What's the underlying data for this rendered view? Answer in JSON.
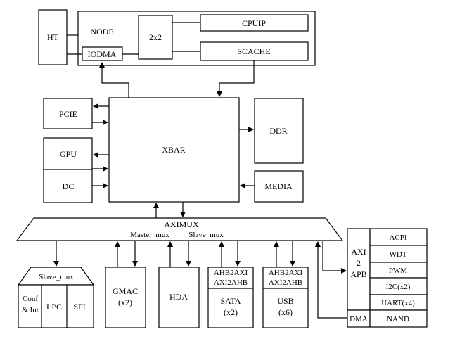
{
  "blocks": {
    "ht": "HT",
    "node": "NODE",
    "iodma": "IODMA",
    "switch_2x2": "2x2",
    "cpuip": "CPUIP",
    "scache": "SCACHE",
    "pcie": "PCIE",
    "gpu": "GPU",
    "dc": "DC",
    "xbar": "XBAR",
    "ddr": "DDR",
    "media": "MEDIA",
    "aximux": "AXIMUX",
    "master_mux": "Master_mux",
    "slave_mux_top": "Slave_mux",
    "slave_mux": "Slave_mux",
    "conf_line1": "Conf",
    "conf_line2": "& Int",
    "lpc": "LPC",
    "spi": "SPI",
    "gmac_line1": "GMAC",
    "gmac_line2": "(x2)",
    "hda": "HDA",
    "sata_ahb2axi": "AHB2AXI",
    "sata_axi2ahb": "AXI2AHB",
    "sata_line1": "SATA",
    "sata_line2": "(x2)",
    "usb_ahb2axi": "AHB2AXI",
    "usb_axi2ahb": "AXI2AHB",
    "usb_line1": "USB",
    "usb_line2": "(x6)",
    "axi2apb_1": "AXI",
    "axi2apb_2": "2",
    "axi2apb_3": "APB",
    "dma": "DMA",
    "apb_devices": [
      "ACPI",
      "WDT",
      "PWM",
      "I2C(x2)",
      "UART(x4)",
      "NAND"
    ]
  }
}
